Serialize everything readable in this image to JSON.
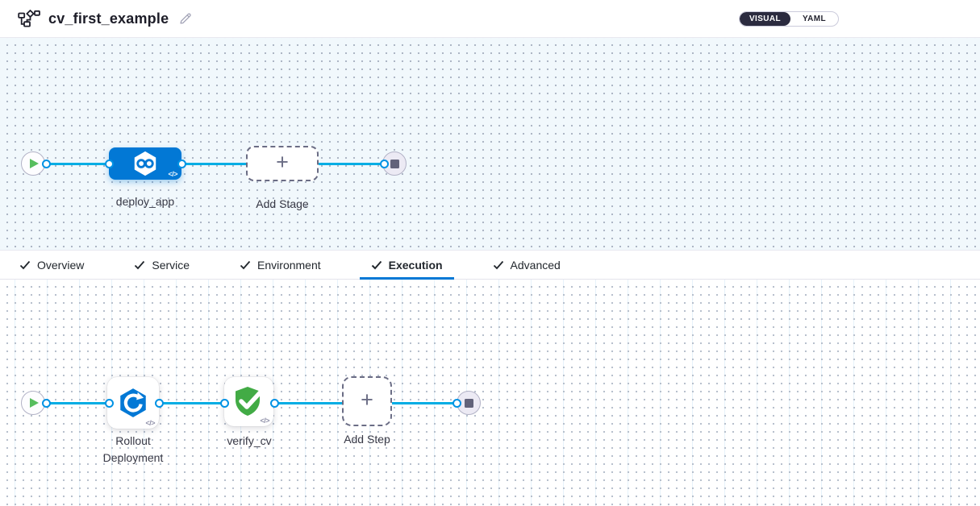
{
  "header": {
    "title": "cv_first_example",
    "view_toggle": {
      "options": [
        "VISUAL",
        "YAML"
      ],
      "selected": "VISUAL"
    }
  },
  "stage_canvas": {
    "start_node": "play",
    "end_node": "stop",
    "stages": [
      {
        "name": "deploy_app",
        "type": "cd-stage",
        "icon": "cd-hexagon-infinity-icon",
        "code_badge": "</>"
      }
    ],
    "add_stage": {
      "label": "Add Stage",
      "plus": "+"
    }
  },
  "tabs": {
    "active": "Execution",
    "items": [
      {
        "label": "Overview",
        "checked": true
      },
      {
        "label": "Service",
        "checked": true
      },
      {
        "label": "Environment",
        "checked": true
      },
      {
        "label": "Execution",
        "checked": true
      },
      {
        "label": "Advanced",
        "checked": true
      }
    ]
  },
  "execution_canvas": {
    "start_node": "play",
    "end_node": "stop",
    "steps": [
      {
        "name": "Rollout Deployment",
        "icon": "k8s-rollout-icon",
        "code_badge": "</>"
      },
      {
        "name": "verify_cv",
        "icon": "verify-shield-check-icon",
        "code_badge": "</>"
      }
    ],
    "add_step": {
      "label": "Add Step",
      "plus": "+"
    }
  },
  "colors": {
    "accent_blue": "#0278D5",
    "connector_blue": "#00ADE4",
    "port_ring_blue": "#0092E4",
    "verify_green": "#42AB45",
    "play_green": "#57BE5E",
    "toggle_dark": "#2B2B3F",
    "canvas_top_bg": "#F1F8FC",
    "label_dark": "#383946"
  }
}
